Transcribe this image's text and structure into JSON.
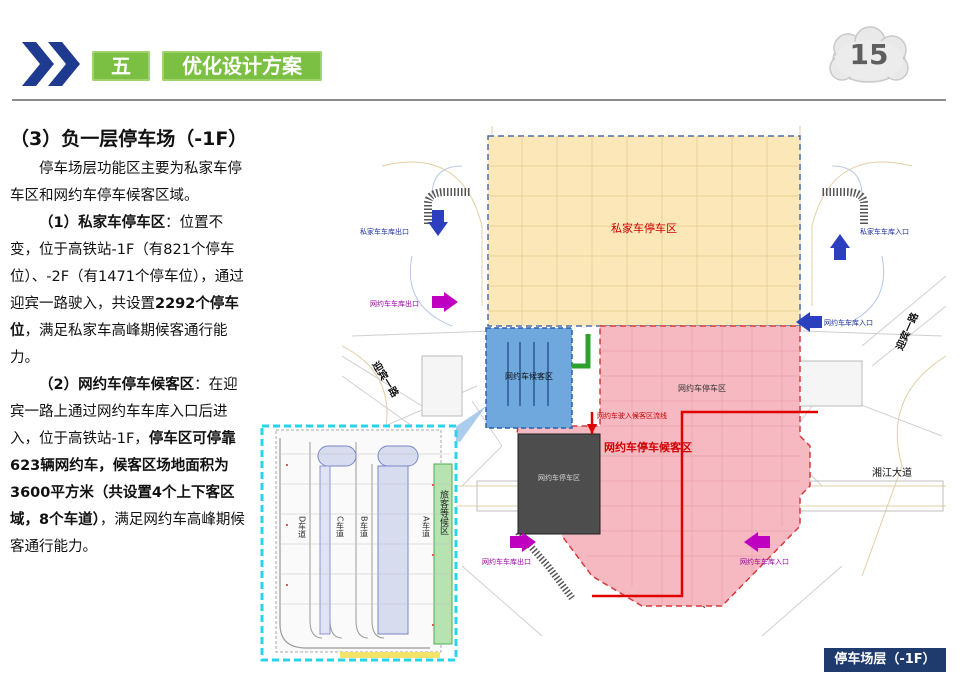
{
  "header": {
    "section_number": "五",
    "section_title": "优化设计方案",
    "page_number": "15"
  },
  "content": {
    "heading": "（3）负一层停车场（-1F）",
    "intro": "停车场层功能区主要为私家车停车区和网约车停车候客区域。",
    "private": {
      "label": "（1）私家车停车区",
      "text_a": "：位置不变，位于高铁站-1F（有821个停车位）、-2F（有1471个停车位），通过迎宾一路驶入，共设置",
      "count": "2292个停车位",
      "text_b": "，满足私家车高峰期候客通行能力。"
    },
    "ride": {
      "label": "（2）网约车停车候客区",
      "text_a": "：在迎宾一路上通过网约车车库入口后进入，位于高铁站-1F，",
      "bold": "停车区可停靠623辆网约车，候客区场地面积为3600平方米（共设置4个上下客区域，8个车道）",
      "text_b": "，满足网约车高峰期候客通行能力。"
    }
  },
  "plan": {
    "zone_private": "私家车停车区",
    "zone_ride_wait": "网约车候客区",
    "zone_ride_park": "网约车停车区",
    "zone_ride_main": "网约车停车候客区",
    "zone_ride_dark": "网约车停车区",
    "flow_label": "网约车驶入候客区流线",
    "private_exit": "私家车车库出口",
    "private_entry": "私家车车库入口",
    "ride_exit_top": "网约车车库出口",
    "ride_entry_top": "网约车车库入口",
    "ride_exit_bottom": "网约车车库出口",
    "ride_entry_bottom": "网约车车库入口",
    "road_left": "迎宾一路",
    "road_right": "迎宾一路",
    "road_xiangjiang": "湘江大道",
    "inset_lane_d": "D车道",
    "inset_lane_c": "C车道",
    "inset_lane_b": "B车道",
    "inset_lane_a": "A车道",
    "inset_waiting": "旅客等候区"
  },
  "caption": "停车场层（-1F）",
  "colors": {
    "accent_green": "#7bc043",
    "navy": "#1f3b6e",
    "private_zone": "#fbe7b8",
    "ride_zone": "#f7b9c1",
    "wait_zone": "#6fa8dc",
    "entry_arrow": "#c000c0",
    "private_arrow": "#2b3fbf"
  }
}
